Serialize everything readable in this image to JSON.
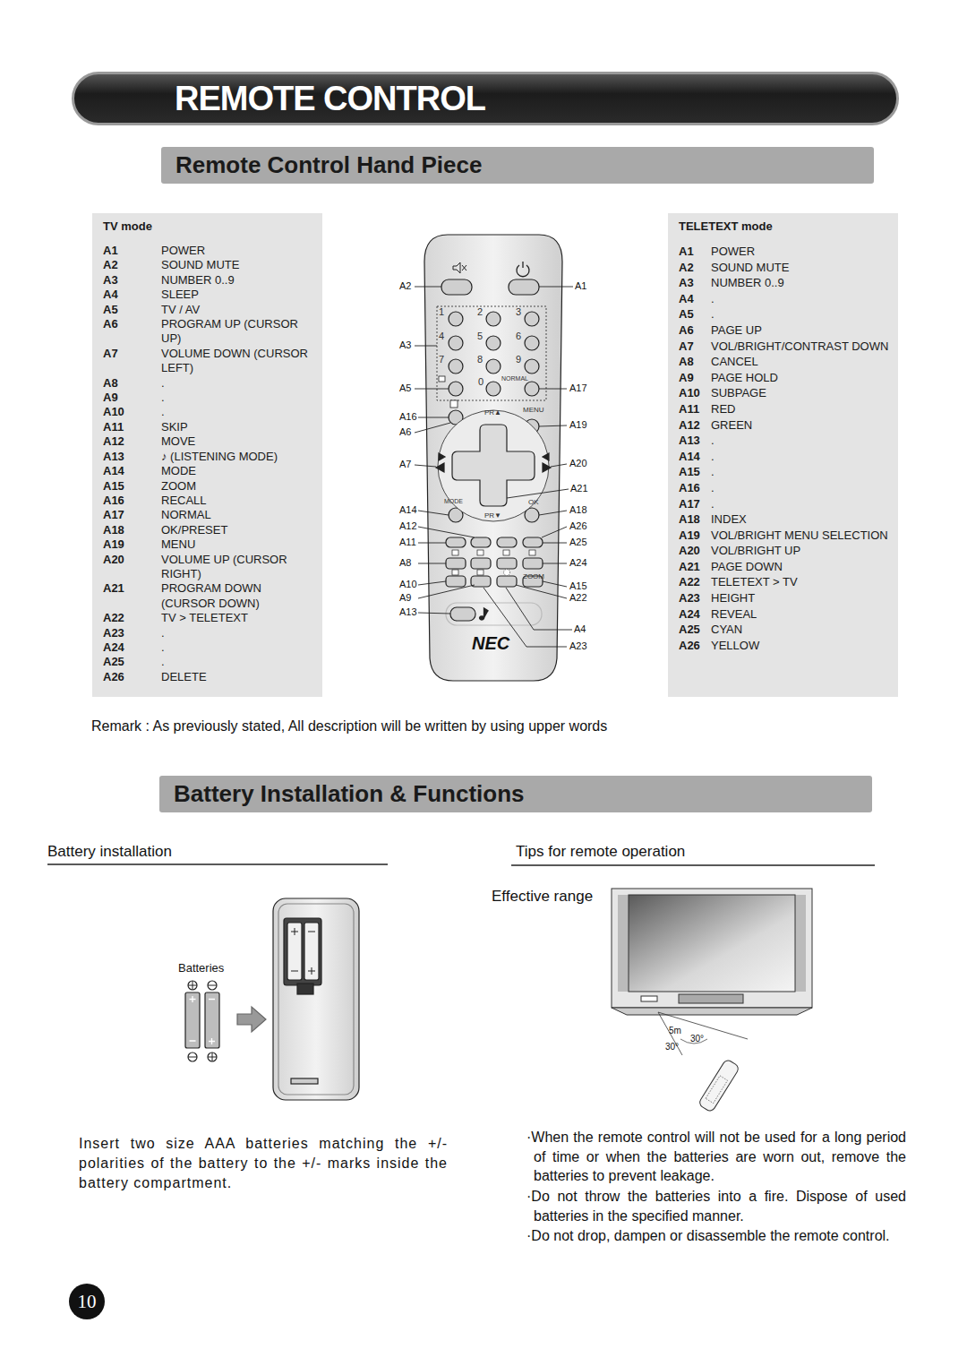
{
  "diagram": {
    "title": "REMOTE CONTROL",
    "nodes": [
      {
        "text": [
          "REMOTE CONTROL"
        ]
      },
      {
        "text": [
          "Remote Control Hand Piece"
        ]
      },
      {
        "text": [
          "TV mode",
          "A1",
          "POWER",
          "A2",
          "SOUND MUTE",
          "A3",
          "NUMBER 0..9",
          "A4",
          "SLEEP",
          "A5",
          "TV / AV",
          "A6",
          "PROGRAM UP (CURSOR UP)",
          "A7",
          "VOLUME DOWN (CURSOR LEFT)",
          "A8",
          ".",
          "A9",
          ".",
          "A10",
          ".",
          "A11",
          "SKIP",
          "A12",
          "MOVE",
          "A13",
          "♪ (LISTENING MODE)",
          "A14",
          "MODE",
          "A15",
          "ZOOM",
          "A16",
          "RECALL",
          "A17",
          "NORMAL",
          "A18",
          "OK/PRESET",
          "A19",
          "MENU",
          "A20",
          "VOLUME UP (CURSOR RIGHT)",
          "A21",
          "PROGRAM DOWN (CURSOR DOWN)",
          "A22",
          "TV > TELETEXT",
          "A23",
          ".",
          "A24",
          ".",
          "A25",
          ".",
          "A26",
          "DELETE"
        ]
      },
      {
        "text": [
          "TELETEXT mode",
          "A1",
          "POWER",
          "A2",
          "SOUND MUTE",
          "A3",
          "NUMBER 0..9",
          "A4",
          ".",
          "A5",
          ".",
          "A6",
          "PAGE UP",
          "A7",
          "VOL/BRIGHT/CONTRAST DOWN",
          "A8",
          "CANCEL",
          "A9",
          "PAGE HOLD",
          "A10",
          "SUBPAGE",
          "A11",
          "RED",
          "A12",
          "GREEN",
          "A13",
          ".",
          "A14",
          ".",
          "A15",
          ".",
          "A16",
          ".",
          "A17",
          ".",
          "A18",
          "INDEX",
          "A19",
          "VOL/BRIGHT MENU SELECTION",
          "A20",
          "VOL/BRIGHT UP",
          "A21",
          "PAGE DOWN",
          "A22",
          "TELETEXT > TV",
          "A23",
          "HEIGHT",
          "A24",
          "REVEAL",
          "A25",
          "CYAN",
          "A26",
          "YELLOW"
        ]
      },
      {
        "text": [
          "Battery Installation & Functions"
        ]
      },
      {
        "text": [
          "10"
        ]
      }
    ],
    "labels": [
      "Remark : As previously stated, All description will be written by using upper words",
      "Battery installation",
      "Tips for remote operation",
      "Effective range",
      "Batteries",
      "Insert two size AAA batteries matching the +/- polarities of the battery to the +/- marks inside the battery compartment.",
      "·When the remote control will not be used for a long period of time or when the batteries are worn out, remove the batteries to prevent leakage.",
      "·Do not throw the batteries into a fire. Dispose of used batteries in the specified manner.",
      "·Do not drop, dampen or disassemble the remote control.",
      "5m",
      "30°",
      "30°",
      "A2",
      "A1",
      "A3",
      "A5",
      "A17",
      "A16",
      "A19",
      "A6",
      "A7",
      "A20",
      "A21",
      "A14",
      "A18",
      "A12",
      "A26",
      "A11",
      "A25",
      "A8",
      "A24",
      "A10",
      "A15",
      "A9",
      "A22",
      "A13",
      "A4",
      "A23",
      "1",
      "2",
      "3",
      "4",
      "5",
      "6",
      "7",
      "8",
      "9",
      "0",
      "NORMAL",
      "PR▲",
      "MENU",
      "MODE",
      "OK",
      "PR▼",
      "ZOOM",
      "NEC"
    ]
  }
}
